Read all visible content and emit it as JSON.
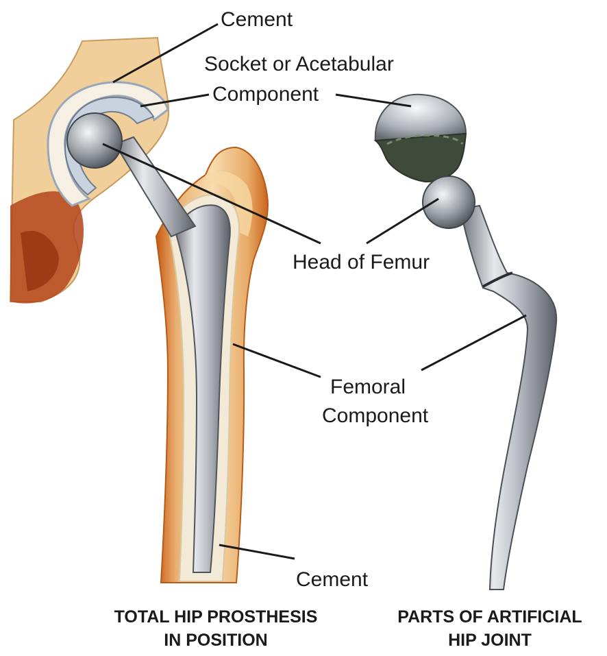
{
  "labels": {
    "cement_top": "Cement",
    "socket_line1": "Socket or Acetabular",
    "socket_line2": "Component",
    "head_of_femur": "Head of Femur",
    "femoral_line1": "Femoral",
    "femoral_line2": "Component",
    "cement_bottom": "Cement"
  },
  "captions": {
    "left_line1": "TOTAL HIP PROSTHESIS",
    "left_line2": "IN POSITION",
    "right_line1": "PARTS OF ARTIFICIAL",
    "right_line2": "HIP JOINT"
  },
  "colors": {
    "bone": "#f0cf9a",
    "bone_dark": "#c8621e",
    "pelvis_red": "#b3441a",
    "metal_light": "#e4e6ea",
    "metal_mid": "#a8adb4",
    "metal_dark": "#5f646b",
    "cement": "#f5f0e3",
    "socket_liner": "#c9d3e0",
    "ink": "#1a1a1a"
  }
}
